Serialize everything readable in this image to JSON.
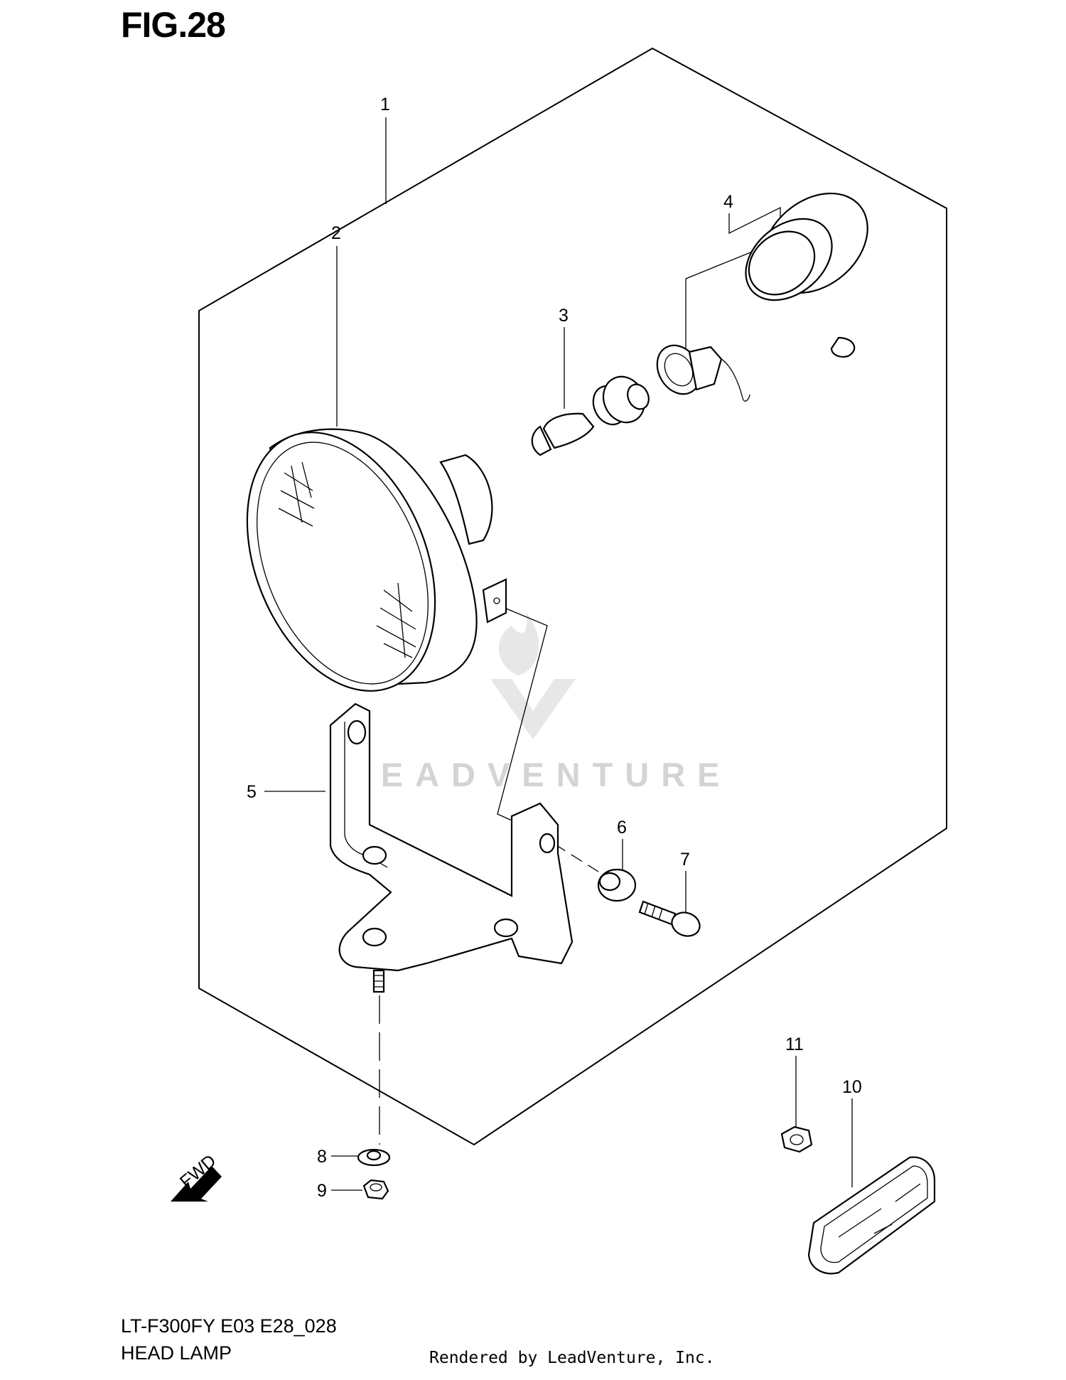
{
  "figure": {
    "title": "FIG.28",
    "model_code": "LT-F300FY E03 E28_028",
    "name": "HEAD LAMP",
    "rendered_by": "Rendered by LeadVenture, Inc.",
    "watermark_text": "LEADVENTURE",
    "fwd_label": "FWD"
  },
  "callouts": [
    {
      "id": "callout-1",
      "label": "1"
    },
    {
      "id": "callout-2",
      "label": "2"
    },
    {
      "id": "callout-3",
      "label": "3"
    },
    {
      "id": "callout-4",
      "label": "4"
    },
    {
      "id": "callout-5",
      "label": "5"
    },
    {
      "id": "callout-6",
      "label": "6"
    },
    {
      "id": "callout-7",
      "label": "7"
    },
    {
      "id": "callout-8",
      "label": "8"
    },
    {
      "id": "callout-9",
      "label": "9"
    },
    {
      "id": "callout-10",
      "label": "10"
    },
    {
      "id": "callout-11",
      "label": "11"
    }
  ]
}
